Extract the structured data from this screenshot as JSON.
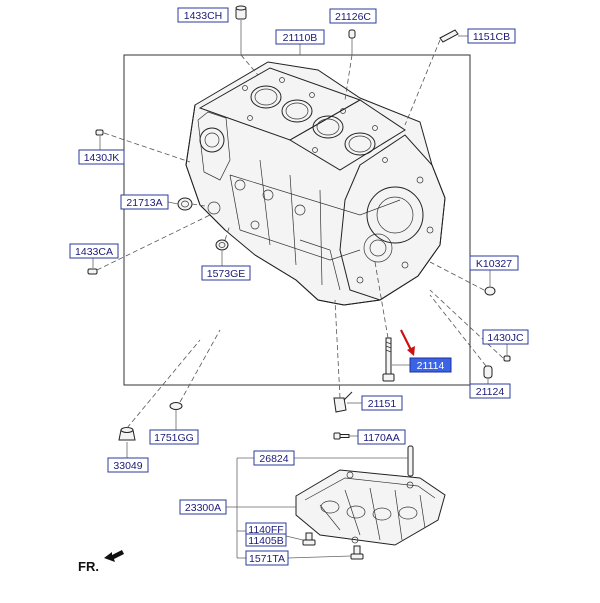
{
  "diagram": {
    "part_labels": [
      "1433CH",
      "21126C",
      "21110B",
      "1151CB",
      "1430JK",
      "21713A",
      "1433CA",
      "1573GE",
      "K10327",
      "1430JC",
      "21114",
      "21124",
      "21151",
      "1751GG",
      "33049",
      "1170AA",
      "26824",
      "23300A",
      "1140FF",
      "11405B",
      "1571TA"
    ],
    "highlighted": "21114",
    "direction_label": "FR."
  }
}
